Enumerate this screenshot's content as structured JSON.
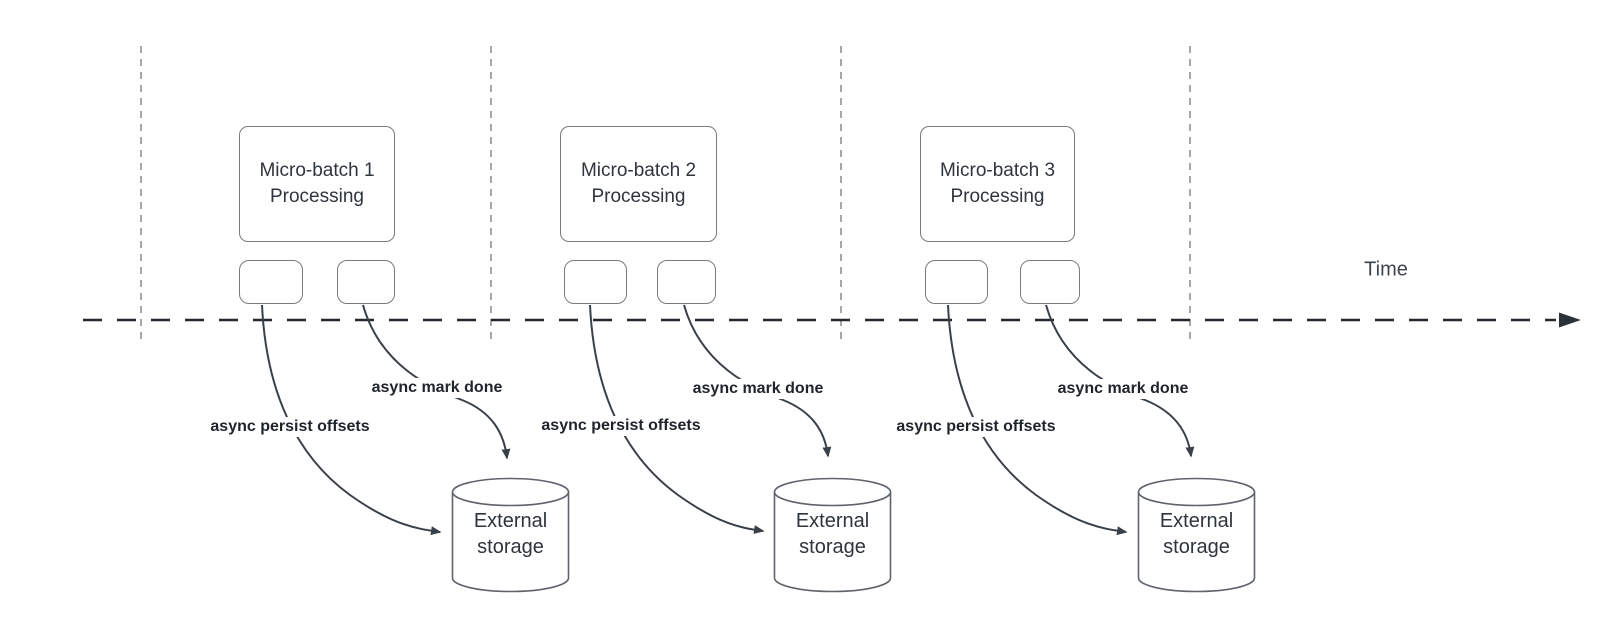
{
  "diagram": {
    "time_axis": {
      "label": "Time"
    },
    "colors": {
      "connector": "#3a4047",
      "axis": "#23272e",
      "guide_line": "#a8a8a8",
      "shape_border": "#787c81",
      "cylinder_border": "#5f646b",
      "box_text": "#2f353c",
      "label_text": "#1f242c"
    },
    "groups": [
      {
        "box_label": "Micro-batch 1\nProcessing",
        "persist_label": "async persist offsets",
        "done_label": "async mark done",
        "storage_label": "External\nstorage"
      },
      {
        "box_label": "Micro-batch 2\nProcessing",
        "persist_label": "async persist offsets",
        "done_label": "async mark done",
        "storage_label": "External\nstorage"
      },
      {
        "box_label": "Micro-batch 3\nProcessing",
        "persist_label": "async persist offsets",
        "done_label": "async mark done",
        "storage_label": "External\nstorage"
      }
    ]
  }
}
